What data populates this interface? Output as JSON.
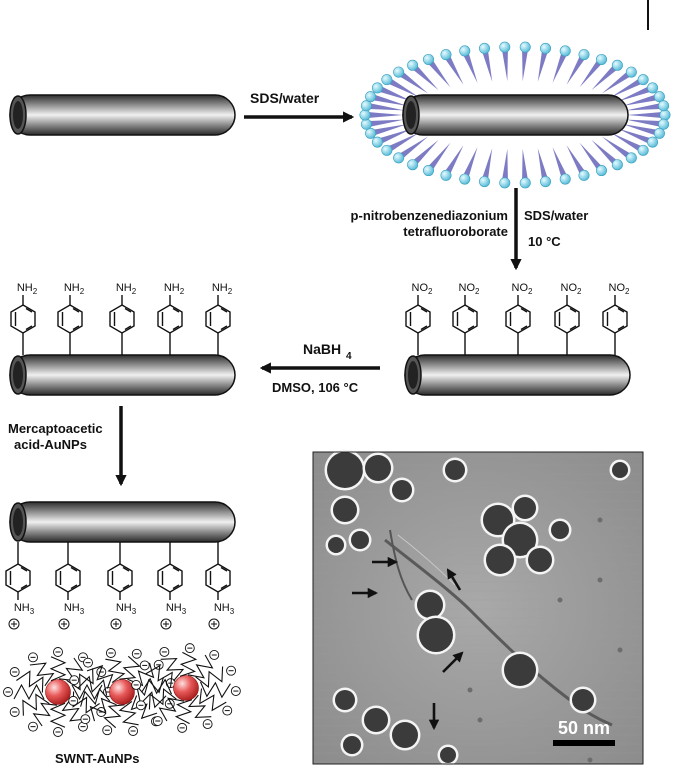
{
  "step1": {
    "reagent": "SDS/water"
  },
  "step2": {
    "reagent_left_line1": "p-nitrobenzenediazonium",
    "reagent_left_line2": "tetrafluoroborate",
    "reagent_right_line1": "SDS/water",
    "reagent_right_line2": "10 °C"
  },
  "step3": {
    "reagent_top": "NaBH",
    "reagent_top_sub": "4",
    "reagent_bottom": "DMSO, 106 °C"
  },
  "step4": {
    "reagent_line1": "Mercaptoacetic",
    "reagent_line2": "acid-AuNPs"
  },
  "groups": {
    "nitro": "NO",
    "nitro_sub": "2",
    "amine": "NH",
    "amine_sub": "2",
    "ammonium": "NH",
    "ammonium_sub": "3"
  },
  "product": {
    "label": "SWNT-AuNPs"
  },
  "micrograph": {
    "scalebar": "50 nm"
  },
  "colors": {
    "tube_dark": "#3a3a3a",
    "tube_light": "#e8e8e8",
    "surfactant_tail": "#7d7bc4",
    "surfactant_head": "#7fd3e8",
    "gold_np": "#e04848"
  }
}
